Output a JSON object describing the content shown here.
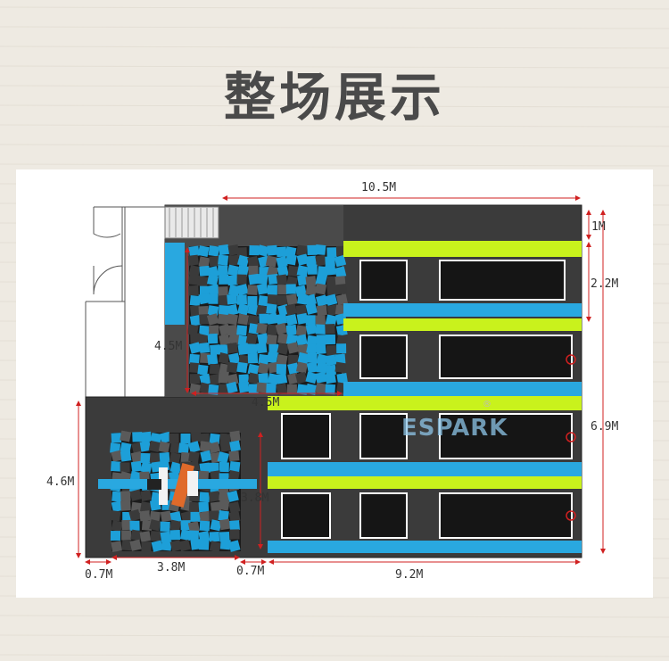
{
  "title": "整场展示",
  "logo": {
    "text": "ESPARK",
    "mark": "®"
  },
  "dimensions": {
    "top_width": "10.5M",
    "right_top": "1M",
    "right_mid": "2.2M",
    "right_total": "6.9M",
    "upper_pit_height": "4.5M",
    "upper_pit_width": "4.5M",
    "left_height": "4.6M",
    "lower_pit_height": "3.8M",
    "bottom_left_gap": "0.7M",
    "bottom_pit_width": "3.8M",
    "bottom_mid_gap": "0.7M",
    "bottom_right_width": "9.2M"
  },
  "colors": {
    "floor": "#3b3b3b",
    "lime": "#c9f21c",
    "blue": "#29a8e0",
    "foam_blue": "#1d9fd8",
    "foam_dark": "#2c2c2c",
    "dimension_line": "#d02020",
    "background": "#eeeae2"
  }
}
